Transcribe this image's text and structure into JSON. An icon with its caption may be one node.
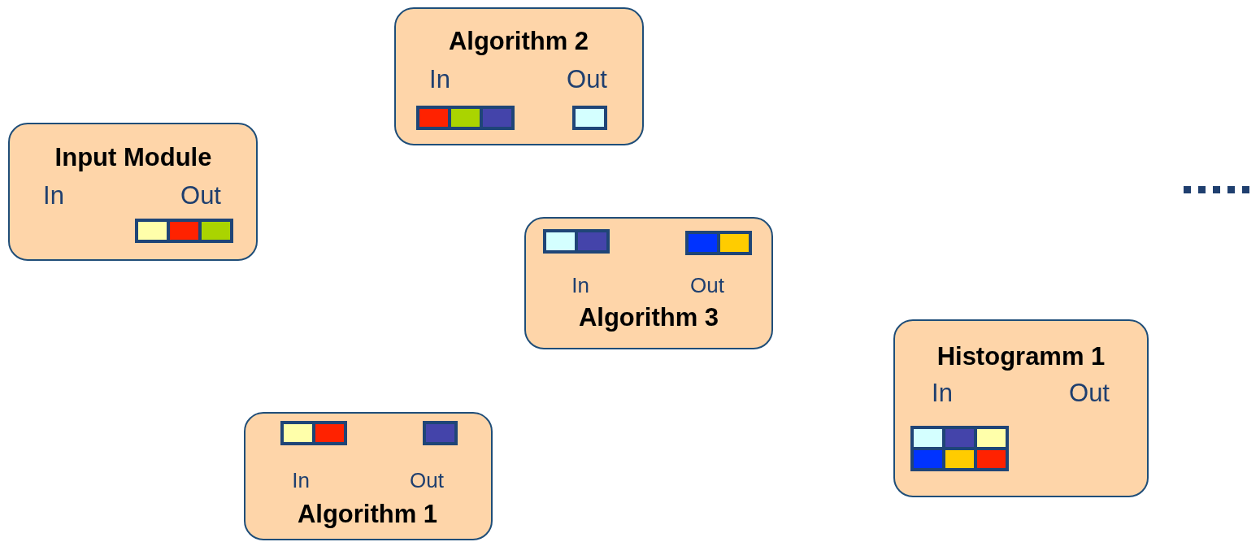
{
  "diagram": {
    "nodes": [
      {
        "text": [
          "Algorithm 2",
          "In",
          "Out"
        ]
      },
      {
        "text": [
          "Input Module",
          "In",
          "Out"
        ]
      },
      {
        "text": [
          "In",
          "Out",
          "Algorithm 3"
        ]
      },
      {
        "text": [
          "Histogramm 1",
          "In",
          "Out"
        ]
      },
      {
        "text": [
          "In",
          "Out",
          "Algorithm 1"
        ]
      }
    ],
    "edges": []
  }
}
